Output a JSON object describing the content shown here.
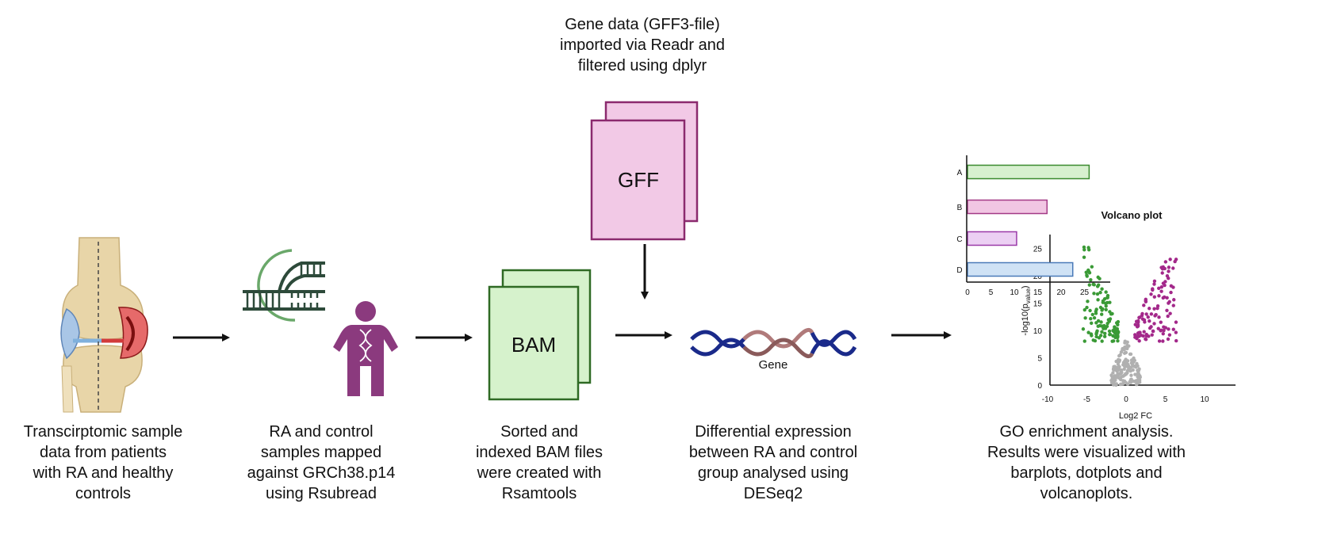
{
  "top_caption": "Gene data (GFF3-file)\nimported via Readr and\nfiltered using dplyr",
  "steps": [
    {
      "caption": "Transcirptomic sample\ndata from patients\nwith RA and healthy\ncontrols"
    },
    {
      "caption": "RA and control\nsamples mapped\nagainst GRCh38.p14\nusing Rsubread"
    },
    {
      "caption": "Sorted and\nindexed BAM files\nwere created with\nRsamtools"
    },
    {
      "caption": "Differential expression\nbetween RA and control\ngroup analysed using\nDESeq2"
    },
    {
      "caption": "GO enrichment analysis.\nResults were visualized with\nbarplots, dotplots and\nvolcanoplots."
    }
  ],
  "gff_label": "GFF",
  "bam_label": "BAM",
  "gene_label": "Gene",
  "barplot": {
    "categories": [
      "A",
      "B",
      "C",
      "D"
    ],
    "values": [
      26,
      17,
      10.5,
      22.5
    ],
    "colors": [
      "#d7f0cf",
      "#f1c6e3",
      "#ecd0f3",
      "#cfe2f5"
    ],
    "strokes": [
      "#3a8a2e",
      "#a33a86",
      "#9a3aa8",
      "#4a7ab8"
    ],
    "xticks": [
      "0",
      "5",
      "10",
      "15",
      "20",
      "25"
    ]
  },
  "volcano": {
    "title": "Volcano plot",
    "xlabel": "Log2 FC",
    "ylabel": "-log10(p",
    "ylabel_sub": "value",
    "ylabel_end": ")",
    "xticks": [
      "-10",
      "-5",
      "0",
      "5",
      "10"
    ],
    "yticks": [
      "0",
      "5",
      "10",
      "15",
      "20",
      "25"
    ],
    "colors": {
      "down": "#3a9a36",
      "up": "#a3288a",
      "ns": "#b0b0b0"
    }
  },
  "colors": {
    "gff_fill": "#f2c9e6",
    "gff_stroke": "#8b2a6e",
    "bam_fill": "#d6f2cc",
    "bam_stroke": "#2f6a24",
    "person": "#8b3a7e",
    "arrow": "#111111",
    "dna_blue": "#1a2a8a",
    "dna_pink": "#b07a7a"
  }
}
